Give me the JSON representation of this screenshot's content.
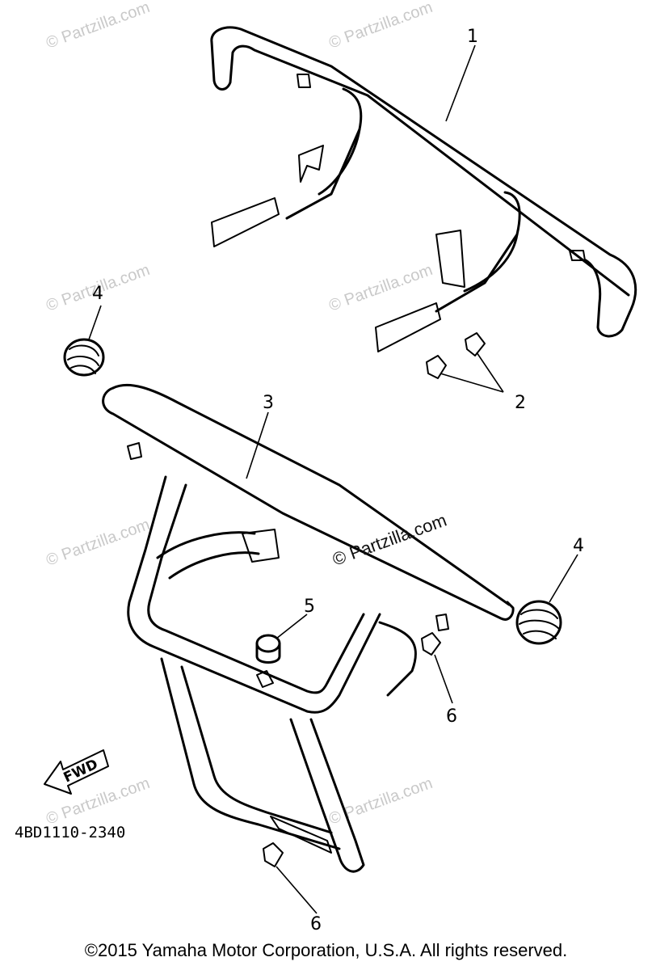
{
  "diagram": {
    "part_code": "4BD1110-2340",
    "direction_label": "FWD",
    "callouts": {
      "c1": "1",
      "c2": "2",
      "c3": "3",
      "c4a": "4",
      "c4b": "4",
      "c5": "5",
      "c6a": "6",
      "c6b": "6"
    },
    "watermark": "© Partzilla.com"
  },
  "footer": {
    "copyright": "©2015  Yamaha Motor Corporation, U.S.A. All rights reserved."
  }
}
